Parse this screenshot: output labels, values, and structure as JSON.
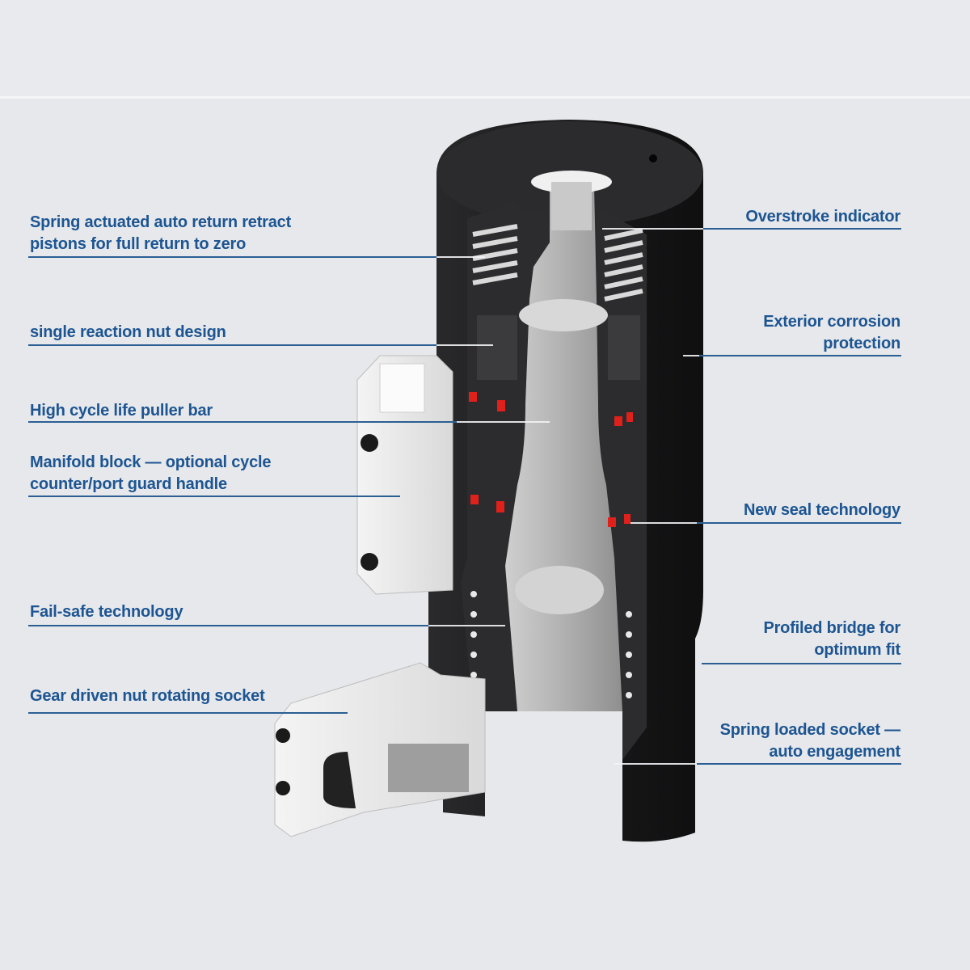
{
  "diagram": {
    "subject": "hydraulic-bolt-tensioner-cutaway",
    "colors": {
      "background": "#e6e8eb",
      "label_text": "#1d5592",
      "leader_line": "#2b5f94",
      "body": "#1e1e20",
      "seal": "#e0201b"
    },
    "labels_left": [
      {
        "lines": [
          "Spring actuated auto return retract",
          "pistons for full return to zero"
        ]
      },
      {
        "lines": [
          "single reaction nut design"
        ]
      },
      {
        "lines": [
          "High cycle life puller bar"
        ]
      },
      {
        "lines": [
          "Manifold block — optional cycle",
          "counter/port guard handle"
        ]
      },
      {
        "lines": [
          "Fail-safe technology"
        ]
      },
      {
        "lines": [
          "Gear driven nut rotating socket"
        ]
      }
    ],
    "labels_right": [
      {
        "lines": [
          "Overstroke indicator"
        ]
      },
      {
        "lines": [
          "Exterior corrosion",
          "protection"
        ]
      },
      {
        "lines": [
          "New seal technology"
        ]
      },
      {
        "lines": [
          "Profiled bridge for",
          "optimum fit"
        ]
      },
      {
        "lines": [
          "Spring loaded socket —",
          "auto engagement"
        ]
      }
    ]
  }
}
